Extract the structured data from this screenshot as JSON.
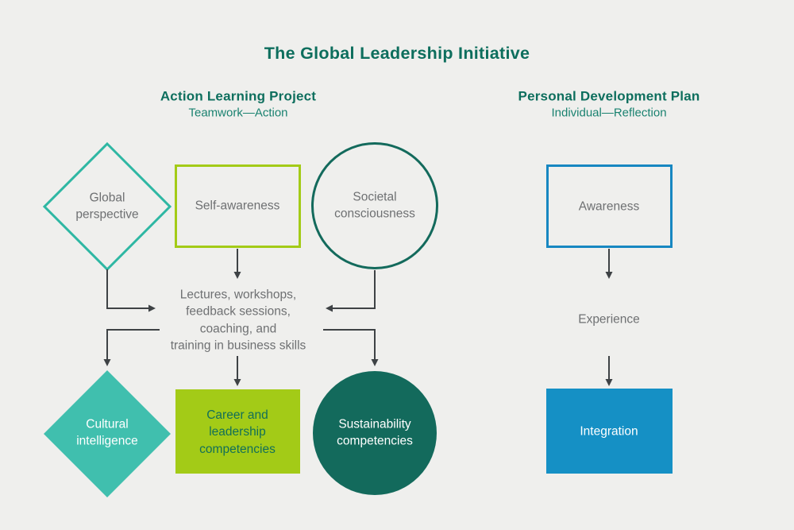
{
  "title": "The Global Leadership Initiative",
  "columns": {
    "action_learning": {
      "header": "Action Learning Project",
      "subtitle": "Teamwork—Action",
      "inputs": {
        "global_perspective": "Global\nperspective",
        "self_awareness": "Self-awareness",
        "societal_consciousness": "Societal\nconsciousness"
      },
      "process": "Lectures, workshops,\nfeedback sessions,\ncoaching, and\ntraining in business skills",
      "outcomes": {
        "cultural_intelligence": "Cultural\nintelligence",
        "career_leadership": "Career and\nleadership\ncompetencies",
        "sustainability": "Sustainability\ncompetencies"
      }
    },
    "personal_development": {
      "header": "Personal Development Plan",
      "subtitle": "Individual—Reflection",
      "stages": {
        "awareness": "Awareness",
        "experience": "Experience",
        "integration": "Integration"
      }
    }
  },
  "colors": {
    "background": "#efefed",
    "heading_teal": "#0d6e5d",
    "subtitle_teal": "#1a8270",
    "teal_outline": "#2eb7a3",
    "teal_fill": "#40bfae",
    "lime": "#a3cb17",
    "dark_teal": "#136a5c",
    "blue_outline": "#1787c1",
    "blue_fill": "#1590c5",
    "gray_text": "#6e7072",
    "career_text_green": "#136f58",
    "arrow_gray": "#3e4245"
  }
}
